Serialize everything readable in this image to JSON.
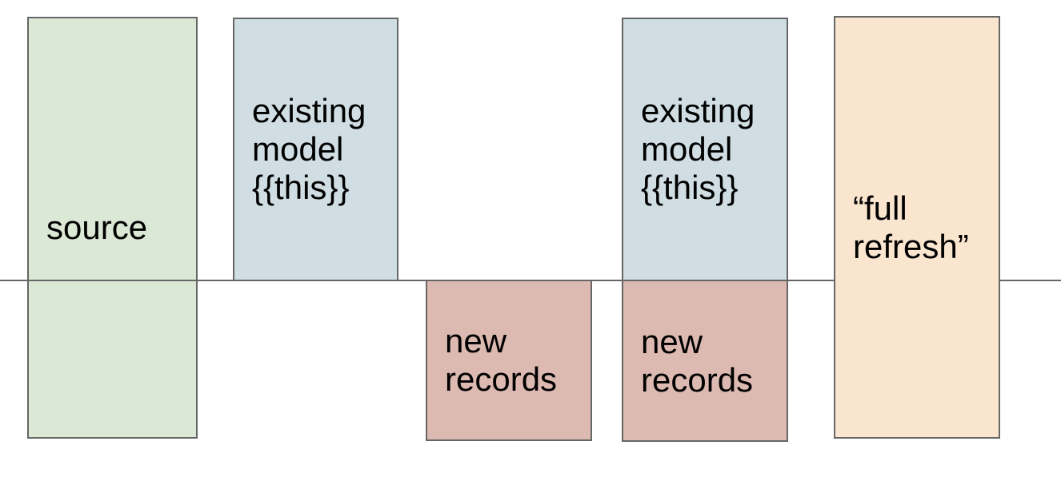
{
  "diagram": {
    "description": "incremental model build diagram",
    "divider": {
      "color": "#666666"
    },
    "boxes": [
      {
        "id": "source",
        "label": "source",
        "fill": "#dae8d5",
        "border": "#666666"
      },
      {
        "id": "existing-model-1",
        "label": "existing\nmodel\n{{this}}",
        "fill": "#d0dee3",
        "border": "#666666"
      },
      {
        "id": "new-records-1",
        "label": "new\nrecords",
        "fill": "#ddbab1",
        "border": "#666666"
      },
      {
        "id": "existing-model-2",
        "label": "existing\nmodel\n{{this}}",
        "fill": "#d0dee3",
        "border": "#666666"
      },
      {
        "id": "new-records-2",
        "label": "new\nrecords",
        "fill": "#ddbab1",
        "border": "#666666"
      },
      {
        "id": "full-refresh",
        "label": "“full\nrefresh”",
        "fill": "#fae5cf",
        "border": "#666666"
      }
    ]
  }
}
